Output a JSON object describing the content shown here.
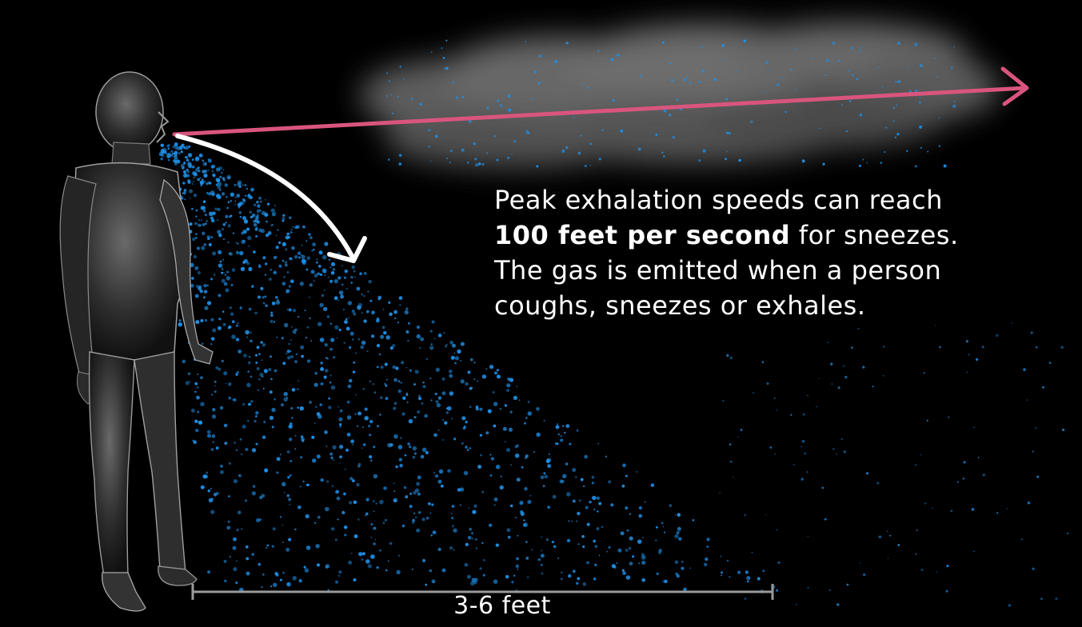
{
  "caption": {
    "line1": "Peak exhalation speeds can reach",
    "line2_bold": "100 feet per second",
    "line2_rest": " for sneezes.",
    "line3": "The gas is emitted when a person",
    "line4": "coughs, sneezes or exhales."
  },
  "scale": {
    "label": "3-6 feet"
  },
  "colors": {
    "background": "#000000",
    "droplet": "#1e8fe6",
    "gas_arrow": "#d9557e",
    "drop_arrow": "#ffffff",
    "cloud": "#8a8a8a",
    "figure": "#bfbfbf"
  }
}
